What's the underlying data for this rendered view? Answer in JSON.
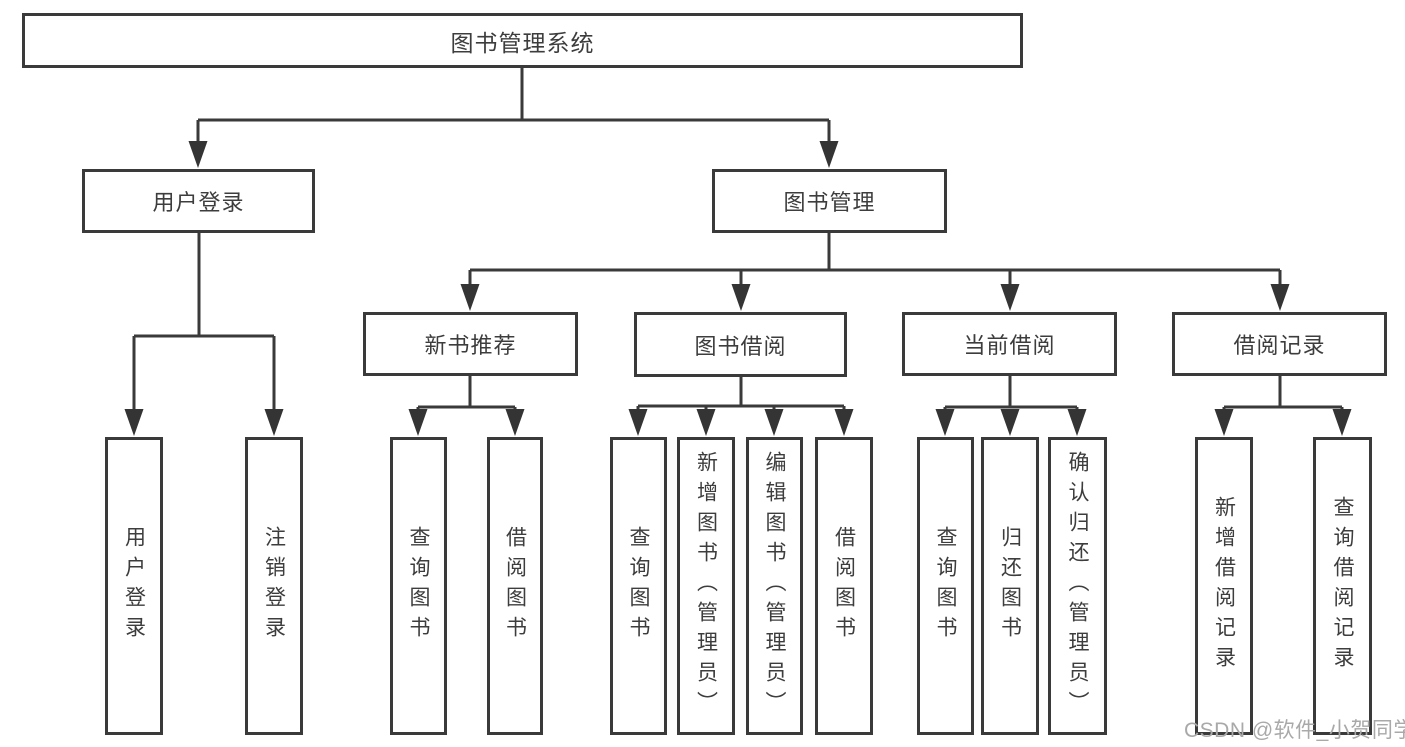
{
  "diagram_title": "图书管理系统",
  "nodes": {
    "root": {
      "label": "图书管理系统"
    },
    "l2": [
      {
        "label": "用户登录"
      },
      {
        "label": "图书管理"
      }
    ],
    "l3": [
      {
        "label": "新书推荐",
        "parent": "图书管理"
      },
      {
        "label": "图书借阅",
        "parent": "图书管理"
      },
      {
        "label": "当前借阅",
        "parent": "图书管理"
      },
      {
        "label": "借阅记录",
        "parent": "图书管理"
      }
    ],
    "leaves": [
      {
        "label": "用户登录",
        "parent": "用户登录"
      },
      {
        "label": "注销登录",
        "parent": "用户登录"
      },
      {
        "label": "查询图书",
        "parent": "新书推荐"
      },
      {
        "label": "借阅图书",
        "parent": "新书推荐"
      },
      {
        "label": "查询图书",
        "parent": "图书借阅"
      },
      {
        "label": "新增图书（管理员）",
        "parent": "图书借阅"
      },
      {
        "label": "编辑图书（管理员）",
        "parent": "图书借阅"
      },
      {
        "label": "借阅图书",
        "parent": "图书借阅"
      },
      {
        "label": "查询图书",
        "parent": "当前借阅"
      },
      {
        "label": "归还图书",
        "parent": "当前借阅"
      },
      {
        "label": "确认归还（管理员）",
        "parent": "当前借阅"
      },
      {
        "label": "新增借阅记录",
        "parent": "借阅记录"
      },
      {
        "label": "查询借阅记录",
        "parent": "借阅记录"
      }
    ]
  },
  "watermark": {
    "text": "CSDN @软件_小贺同学",
    "color": "#a9a9a9"
  },
  "colors": {
    "line": "#3a3a3a",
    "text": "#3d3d3d",
    "background": "#ffffff"
  }
}
